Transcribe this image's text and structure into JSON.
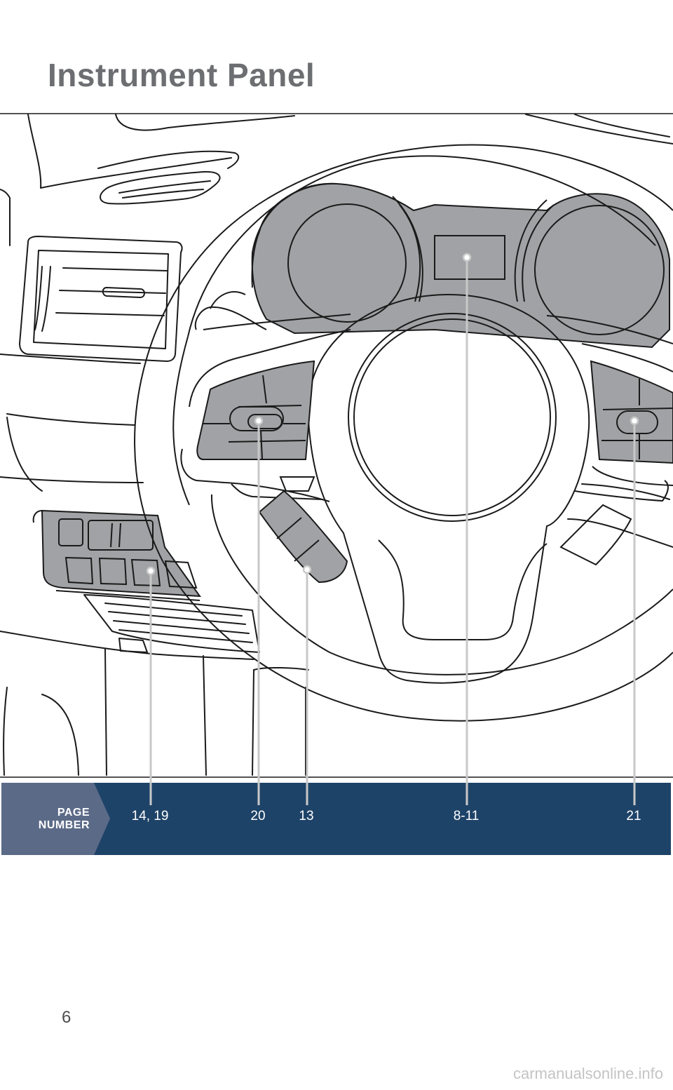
{
  "page": {
    "title": "Instrument Panel",
    "page_number_label_line1": "PAGE",
    "page_number_label_line2": "NUMBER",
    "folio": "6",
    "watermark": "carmanualsonline.info"
  },
  "callouts": [
    {
      "id": "switch-panel",
      "label": "14, 19"
    },
    {
      "id": "left-wheel-switches",
      "label": "20"
    },
    {
      "id": "paddle-controls",
      "label": "13"
    },
    {
      "id": "multi-info-display",
      "label": "8-11"
    },
    {
      "id": "right-wheel-switches",
      "label": "21"
    }
  ],
  "colors": {
    "title": "#6d6e71",
    "band": "#1e4368",
    "tab": "#5b6a87",
    "highlight_fill": "#a0a2a5",
    "leader_line": "#c8c8c8"
  }
}
